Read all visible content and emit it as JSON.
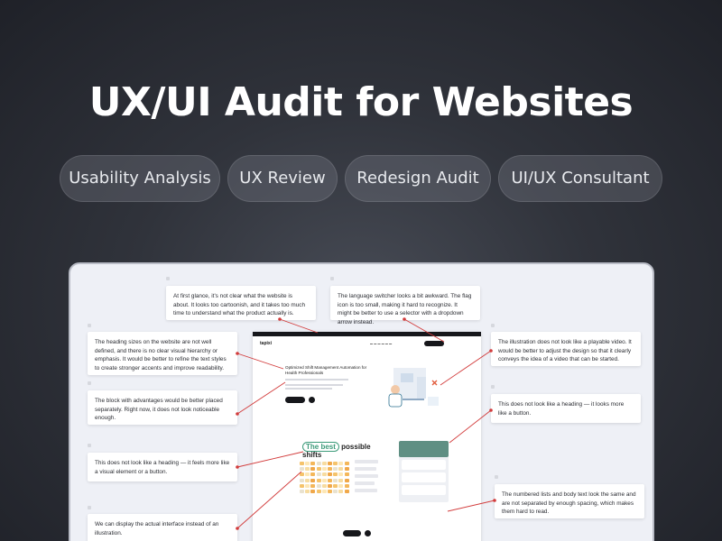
{
  "hero": {
    "title": "UX/UI Audit for Websites"
  },
  "tags": [
    "Usability Analysis",
    "UX Review",
    "Redesign Audit",
    "UI/UX Consultant"
  ],
  "notes": [
    "At first glance, it's not clear what the website is about. It looks too cartoonish, and it takes too much time to understand what the product actually is.",
    "The language switcher looks a bit awkward. The flag icon is too small, making it hard to recognize. It might be better to use a selector with a dropdown arrow instead.",
    "The heading sizes on the website are not well defined, and there is no clear visual hierarchy or emphasis. It would be better to refine the text styles to create stronger accents and improve readability.",
    "The illustration does not look like a playable video. It would be better to adjust the design so that it clearly conveys the idea of a video that can be started.",
    "The block with advantages would be better placed separately. Right now, it does not look noticeable enough.",
    "This does not look like a heading — it looks more like a button.",
    "This does not look like a heading — it feels more like a visual element or a button.",
    "The numbered lists and body text look the same and are not separated by enough spacing, which makes them hard to read.",
    "We can display the actual interface instead of an illustration."
  ],
  "mockup": {
    "logo": "tapixi",
    "headline": "Optimized Shift Management Automation for Health Professionals",
    "section_title_accent": "The best",
    "section_title_rest": "possible shifts"
  },
  "colors": {
    "arrow": "#d23b3b",
    "accent": "#3d9b7a"
  }
}
